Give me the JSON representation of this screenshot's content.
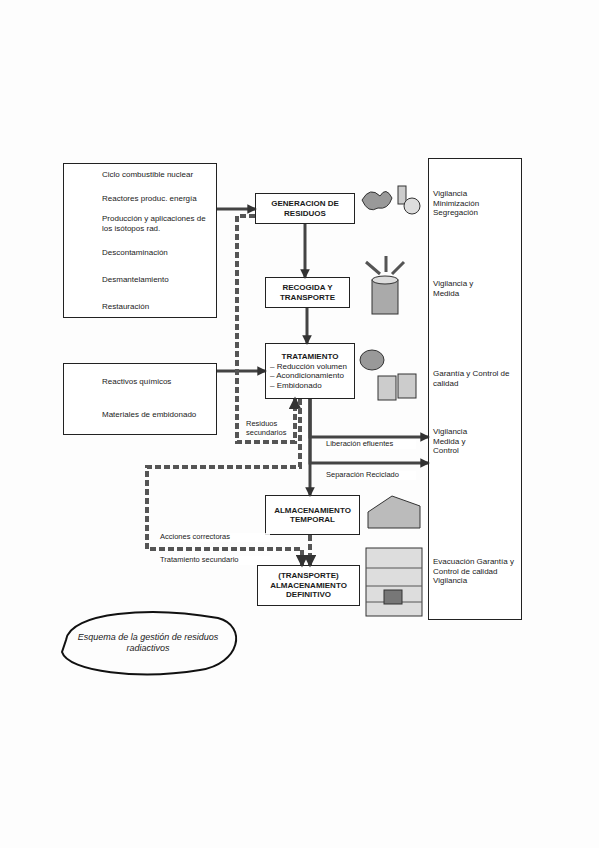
{
  "diagram": {
    "caption": "Esquema de la gestión de residuos radiactivos",
    "nodes": [
      {
        "text": [
          "Ciclo combustible nuclear",
          "Reactores produc. energía",
          "Producción y aplicaciones de los isótopos rad.",
          "Descontaminación",
          "Desmantelamiento",
          "Restauración"
        ]
      },
      {
        "text": [
          "Reactivos químicos",
          "Materiales de embidonado"
        ]
      },
      {
        "text": [
          "GENERACION DE RESIDUOS"
        ]
      },
      {
        "text": [
          "RECOGIDA Y TRANSPORTE"
        ]
      },
      {
        "text": [
          "TRATAMIENTO",
          "– Reducción volumen",
          "– Acondicionamiento",
          "– Embidonado"
        ]
      },
      {
        "text": [
          "ALMACENAMIENTO TEMPORAL"
        ]
      },
      {
        "text": [
          "(TRANSPORTE) ALMACENAMIENTO DEFINITIVO"
        ]
      },
      {
        "text": [
          "Vigilancia Minimización Segregación",
          "Vigilancia y Medida",
          "Garantía y Control de calidad",
          "Vigilancia Medida y Control",
          "Evacuación Garantía y Control de calidad Vigilancia"
        ]
      }
    ],
    "edges": [
      {
        "from": 0,
        "to": 2,
        "arrow": "to"
      },
      {
        "from": 2,
        "to": 3,
        "arrow": "to"
      },
      {
        "from": 3,
        "to": 4,
        "arrow": "to"
      },
      {
        "from": 1,
        "to": 4,
        "arrow": "to"
      },
      {
        "from": 2,
        "to": 4,
        "label": "Residuos secundarios",
        "arrow": "to"
      },
      {
        "from": 4,
        "to": 7,
        "label": "Liberación efluentes",
        "arrow": "to"
      },
      {
        "from": 4,
        "to": 7,
        "label": "Separación Reciclado",
        "arrow": "to"
      },
      {
        "from": 4,
        "to": 5,
        "arrow": "to"
      },
      {
        "from": 5,
        "to": 6,
        "arrow": "to"
      },
      {
        "from": 4,
        "to": 6,
        "label": "Acciones correctoras",
        "arrow": "to"
      }
    ],
    "labels": [
      "Tratamiento secundario"
    ]
  }
}
